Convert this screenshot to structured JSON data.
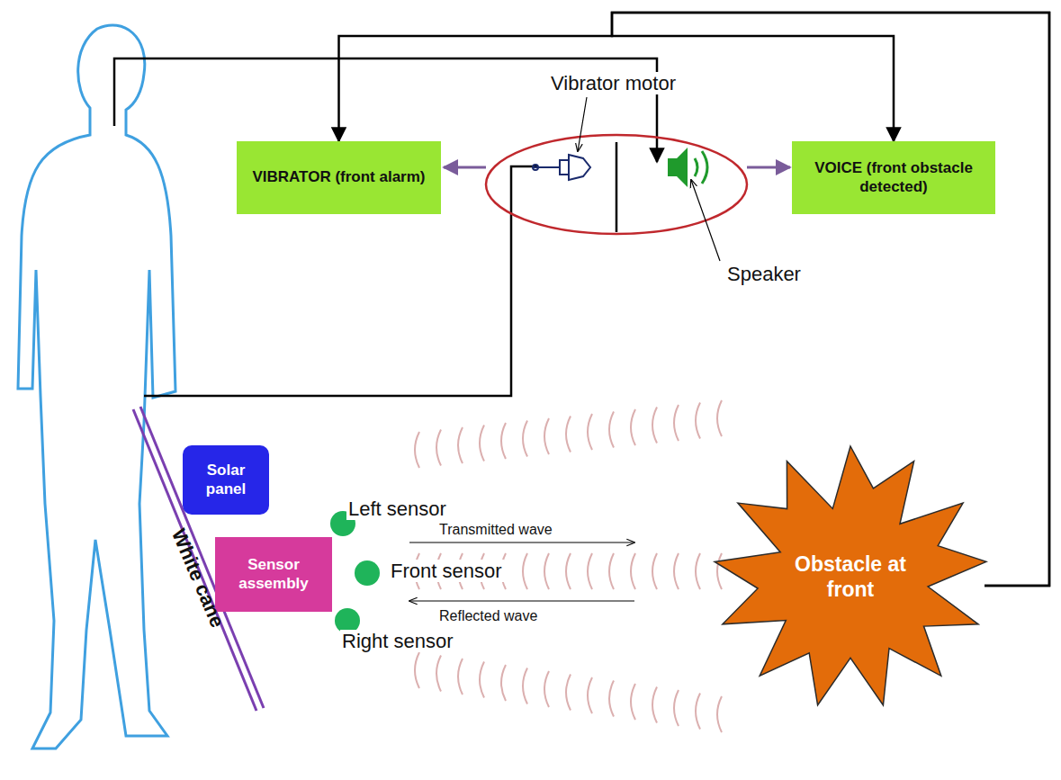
{
  "diagram": {
    "nodes": [
      {
        "text": [
          "VIBRATOR (front alarm)"
        ]
      },
      {
        "text": [
          "VOICE (front obstacle detected)"
        ]
      },
      {
        "text": [
          "Solar panel"
        ]
      },
      {
        "text": [
          "Sensor assembly"
        ]
      },
      {
        "text": [
          "Obstacle at front"
        ]
      }
    ],
    "edges": [
      {
        "from": 4,
        "to": 0,
        "arrow": "to"
      },
      {
        "from": 4,
        "to": 1,
        "arrow": "to"
      }
    ],
    "labels": [
      "Vibrator motor",
      "Speaker",
      "Left sensor",
      "Front sensor",
      "Right sensor",
      "Transmitted wave",
      "Reflected wave",
      "White cane"
    ]
  }
}
